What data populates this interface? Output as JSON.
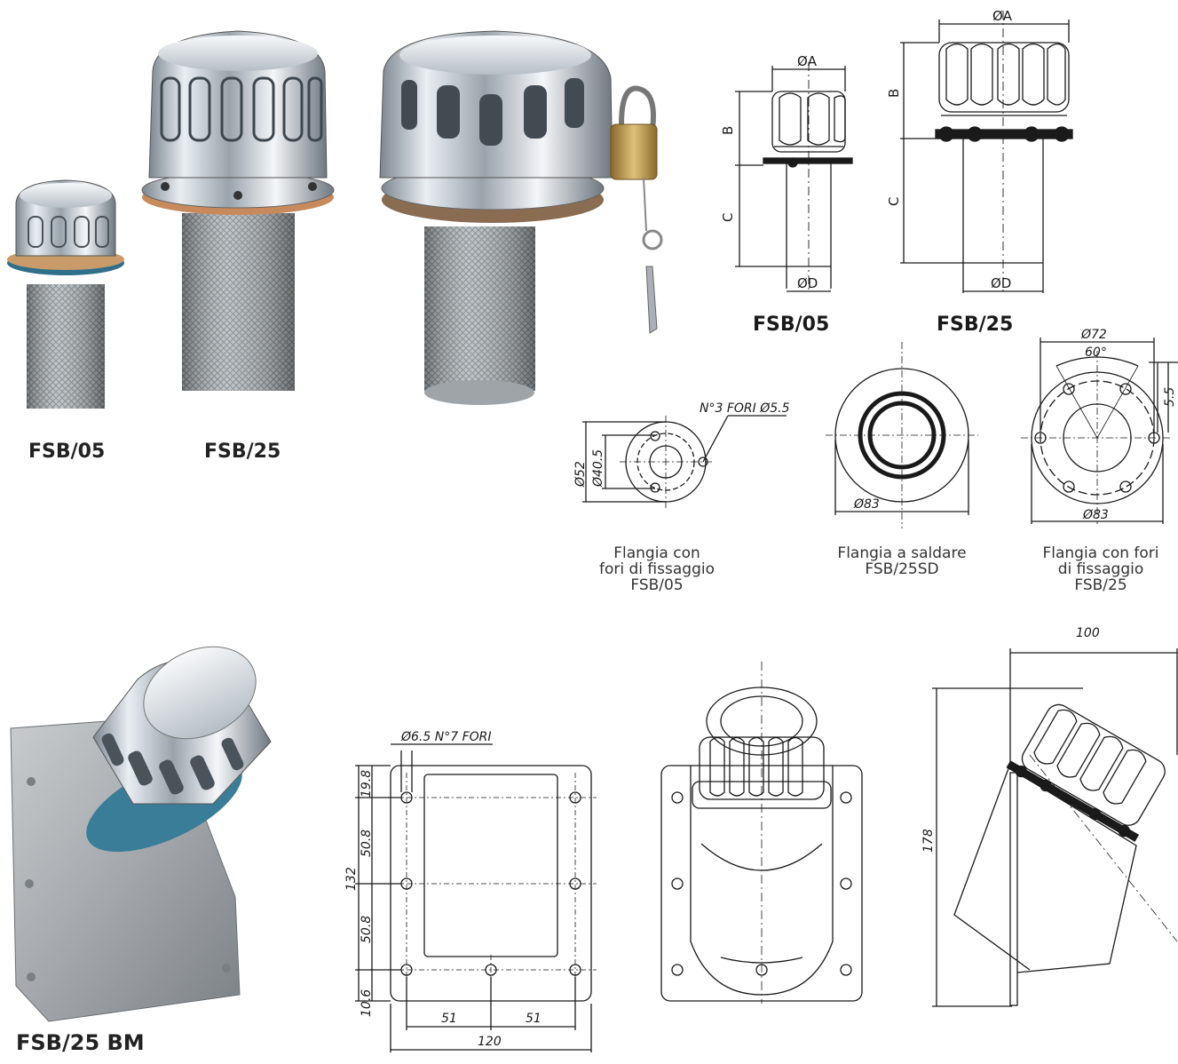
{
  "photos": {
    "fsb05_label": "FSB/05",
    "fsb25_label": "FSB/25",
    "fsb25bm_label": "FSB/25 BM"
  },
  "top_drawings": {
    "fsb05": {
      "title": "FSB/05",
      "dim_a": "ØA",
      "dim_b": "B",
      "dim_c": "C",
      "dim_d": "ØD"
    },
    "fsb25": {
      "title": "FSB/25",
      "dim_a": "ØA",
      "dim_b": "B",
      "dim_c": "C",
      "dim_d": "ØD"
    }
  },
  "flanges": [
    {
      "caption": "Flangia con\nfori di fissaggio\nFSB/05",
      "caption_lines": [
        "Flangia con",
        "fori di fissaggio",
        "FSB/05"
      ],
      "holes_note": "N°3 FORI Ø5.5",
      "dim_outer": "Ø52",
      "dim_pcd": "Ø40.5"
    },
    {
      "caption_lines": [
        "Flangia a saldare",
        "FSB/25SD"
      ],
      "dim_outer": "Ø83"
    },
    {
      "caption_lines": [
        "Flangia con fori",
        "di fissaggio",
        "FSB/25"
      ],
      "dim_pcd": "Ø72",
      "angle": "60°",
      "dim_outer": "Ø83",
      "dim_hole": "5.5"
    }
  ],
  "bm_drawing": {
    "holes_note": "Ø6.5 N°7 FORI",
    "dims_vertical": [
      "19.8",
      "50.8",
      "50.8",
      "10.6"
    ],
    "height_total": "132",
    "dims_horizontal": [
      "51",
      "51"
    ],
    "width_total": "120",
    "side_width": "100",
    "side_height": "178"
  }
}
